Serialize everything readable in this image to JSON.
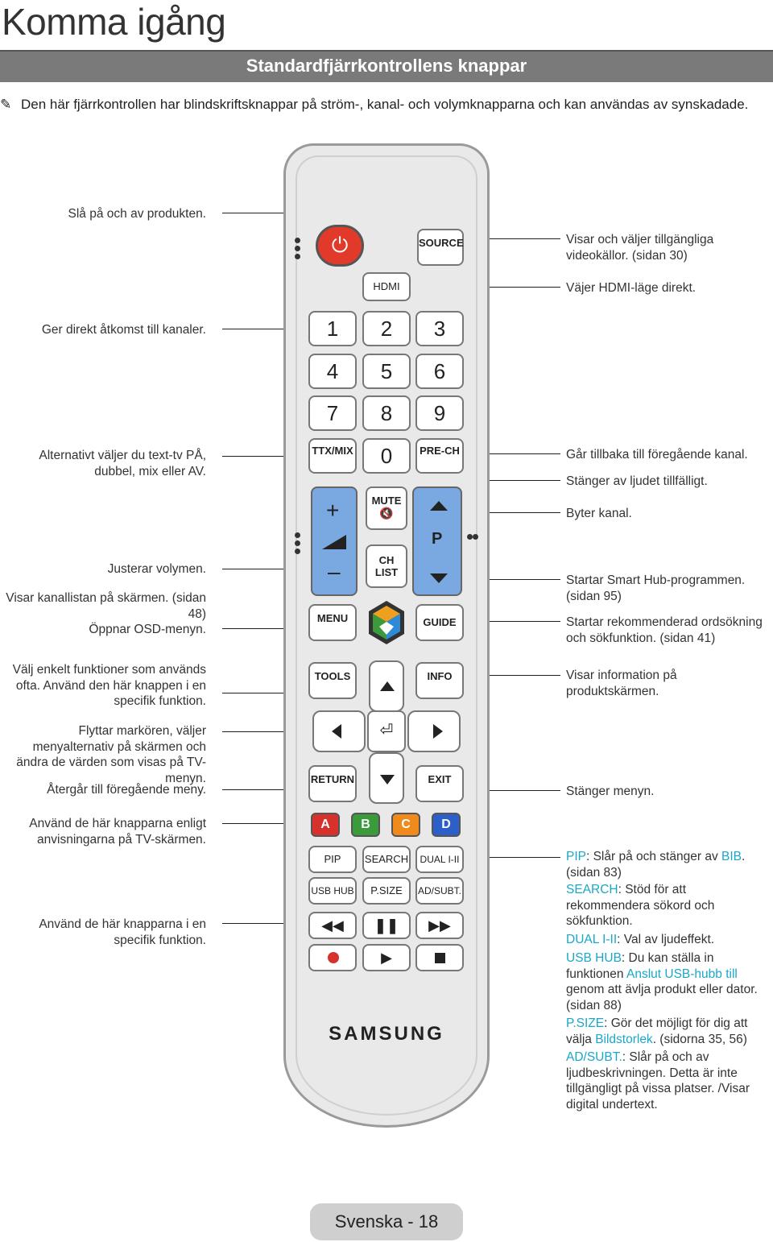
{
  "page": {
    "title": "Komma igång",
    "section_title": "Standardfjärrkontrollens knappar",
    "note_icon": "pencil-icon",
    "note": "Den här fjärrkontrollen har blindskriftsknappar på ström-, kanal- och volymknapparna och kan användas av synskadade.",
    "footer": "Svenska - 18"
  },
  "left_labels": {
    "power": "Slå på och av produkten.",
    "channels": "Ger direkt åtkomst till kanaler.",
    "ttx": "Alternativt väljer du text-tv PÅ, dubbel, mix eller AV.",
    "volume": "Justerar volymen.",
    "chlist": "Visar kanallistan på skärmen. (sidan 48)",
    "menu": "Öppnar OSD-menyn.",
    "tools": "Välj enkelt funktioner som används ofta. Använd den här knappen i en specifik funktion.",
    "cursor": "Flyttar markören, väljer menyalternativ på skärmen och ändra de värden som visas på TV-menyn.",
    "return": "Återgår till föregående meny.",
    "colors": "Använd de här knapparna enligt anvisningarna på TV-skärmen.",
    "specific": "Använd de här knapparna i en specifik funktion."
  },
  "right_labels": {
    "source": "Visar och väljer tillgängliga videokällor. (sidan 30)",
    "hdmi": "Väjer HDMI-läge direkt.",
    "prech": "Går tillbaka till föregående kanal.",
    "mute": "Stänger av ljudet tillfälligt.",
    "channel": "Byter kanal.",
    "smarthub": "Startar Smart Hub-programmen. (sidan 95)",
    "guide": "Startar rekommenderad ordsökning och sökfunktion. (sidan 41)",
    "info": "Visar information på produktskärmen.",
    "exit": "Stänger menyn.",
    "pip_key": "PIP",
    "pip_text1": ": Slår på och stänger av ",
    "pip_bib": "BIB",
    "pip_text2": ". (sidan 83)",
    "search_key": "SEARCH",
    "search_text": ": Stöd för att rekommendera sökord och sökfunktion.",
    "dual_key": "DUAL I-II",
    "dual_text": ": Val av ljudeffekt.",
    "usb_key": "USB HUB",
    "usb_text1": ": Du kan ställa in funktionen ",
    "usb_link": "Anslut USB-hubb till",
    "usb_text2": " genom att ävlja produkt eller dator. (sidan 88)",
    "psize_key": "P.SIZE",
    "psize_text1": ": Gör det möjligt för dig att välja ",
    "psize_link": "Bildstorlek",
    "psize_text2": ". (sidorna 35, 56)",
    "ad_key": "AD/SUBT.",
    "ad_text": ": Slår på och av ljudbeskrivningen. Detta är inte tillgängligt på vissa platser. /Visar digital undertext."
  },
  "remote": {
    "power_icon": "⏻",
    "source": "SOURCE",
    "hdmi": "HDMI",
    "digits": [
      "1",
      "2",
      "3",
      "4",
      "5",
      "6",
      "7",
      "8",
      "9"
    ],
    "ttx": "TTX/MIX",
    "zero": "0",
    "prech": "PRE-CH",
    "mute": "MUTE",
    "chlist": "CH LIST",
    "p": "P",
    "menu": "MENU",
    "guide": "GUIDE",
    "tools": "TOOLS",
    "info": "INFO",
    "return": "RETURN",
    "exit": "EXIT",
    "colors": [
      "A",
      "B",
      "C",
      "D"
    ],
    "color_hex": [
      "#d7312b",
      "#3a9a3c",
      "#f08a1c",
      "#2c5fc8"
    ],
    "row1": [
      "PIP",
      "SEARCH",
      "DUAL I-II"
    ],
    "row2": [
      "USB HUB",
      "P.SIZE",
      "AD/SUBT."
    ],
    "brand": "SAMSUNG"
  }
}
